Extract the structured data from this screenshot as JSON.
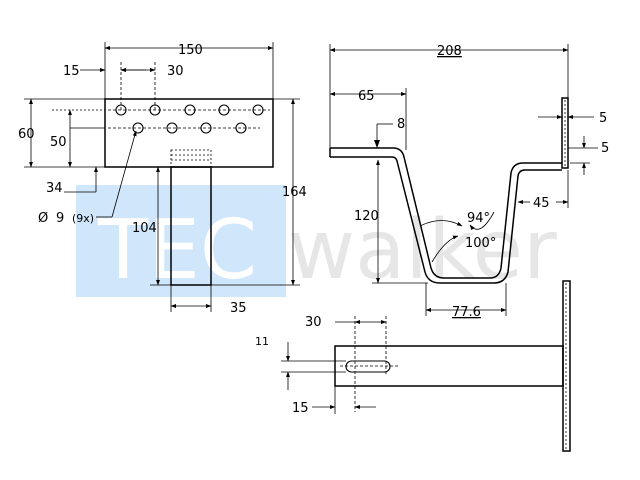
{
  "watermark": {
    "part1": "TEC",
    "part2": "walker",
    "box_color": "#cfe6fb",
    "text_color_light": "#e6e6e6"
  },
  "front_view": {
    "dim_150": "150",
    "dim_15": "15",
    "dim_30": "30",
    "dim_60": "60",
    "dim_50": "50",
    "dim_34": "34",
    "dim_104": "104",
    "dim_164": "164",
    "dim_35": "35",
    "hole_symbol": "Ø",
    "hole_size": "9",
    "hole_count": "(9x)"
  },
  "side_view": {
    "dim_208": "208",
    "dim_65": "65",
    "dim_8": "8",
    "dim_5_top": "5",
    "dim_5_mid": "5",
    "dim_120": "120",
    "dim_94": "94°",
    "dim_100": "100°",
    "dim_45": "45",
    "dim_776": "77.6"
  },
  "bottom_view": {
    "dim_30": "30",
    "dim_11": "11",
    "dim_15": "15"
  }
}
